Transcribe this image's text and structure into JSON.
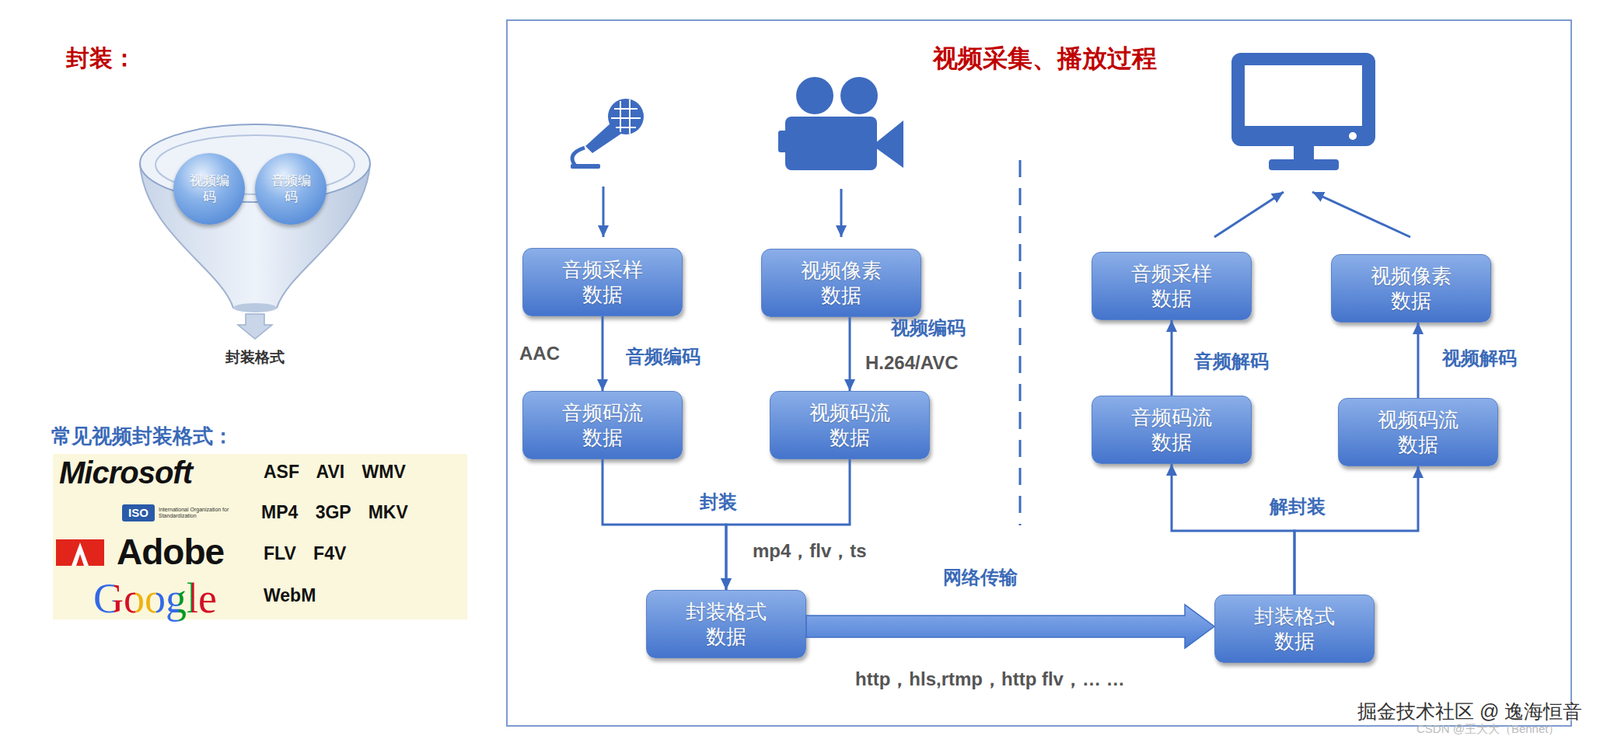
{
  "diagram": {
    "title": "视频采集、播放过程",
    "nodes": [
      {
        "text": [
          "封装格式"
        ]
      },
      {
        "text": [
          "视频编 码"
        ],
        "in": 0
      },
      {
        "text": [
          "音频编 码"
        ],
        "in": 0
      },
      {
        "text": [
          "音频采样 数据"
        ]
      },
      {
        "text": [
          "视频像素 数据"
        ]
      },
      {
        "text": [
          "音频码流 数据"
        ]
      },
      {
        "text": [
          "视频码流 数据"
        ]
      },
      {
        "text": [
          "封装格式 数据"
        ]
      },
      {
        "text": [
          "音频采样 数据"
        ]
      },
      {
        "text": [
          "视频像素 数据"
        ]
      },
      {
        "text": [
          "音频码流 数据"
        ]
      },
      {
        "text": [
          "视频码流 数据"
        ]
      },
      {
        "text": [
          "封装格式 数据"
        ]
      }
    ],
    "edges": [
      {
        "from": 3,
        "to": 5,
        "arrow": "to",
        "label": "音频编码"
      },
      {
        "from": 4,
        "to": 6,
        "arrow": "to",
        "label": "视频编码"
      },
      {
        "from": 5,
        "to": 7,
        "arrow": "to",
        "label": "封装"
      },
      {
        "from": 6,
        "to": 7,
        "arrow": "to"
      },
      {
        "from": 7,
        "to": 12,
        "arrow": "to",
        "label": "网络传输"
      },
      {
        "from": 12,
        "to": 10,
        "arrow": "to",
        "label": "解封装"
      },
      {
        "from": 12,
        "to": 11,
        "arrow": "to"
      },
      {
        "from": 10,
        "to": 8,
        "arrow": "to",
        "label": "音频解码"
      },
      {
        "from": 11,
        "to": 9,
        "arrow": "to",
        "label": "视频解码"
      }
    ],
    "labels": [
      "封装：",
      "常见视频封装格式：",
      "Microsoft",
      "ASF AVI WMV",
      "ISO",
      "International Organization for Standardization",
      "MP4 3GP MKV",
      "Adobe",
      "FLV F4V",
      "Google",
      "WebM",
      "AAC",
      "H.264/AVC",
      "mp4，flv，ts",
      "http，hls,rtmp，http flv，… …",
      "掘金技术社区 @ 逸海恒音",
      "CSDN @王大大（Bennet）"
    ]
  }
}
